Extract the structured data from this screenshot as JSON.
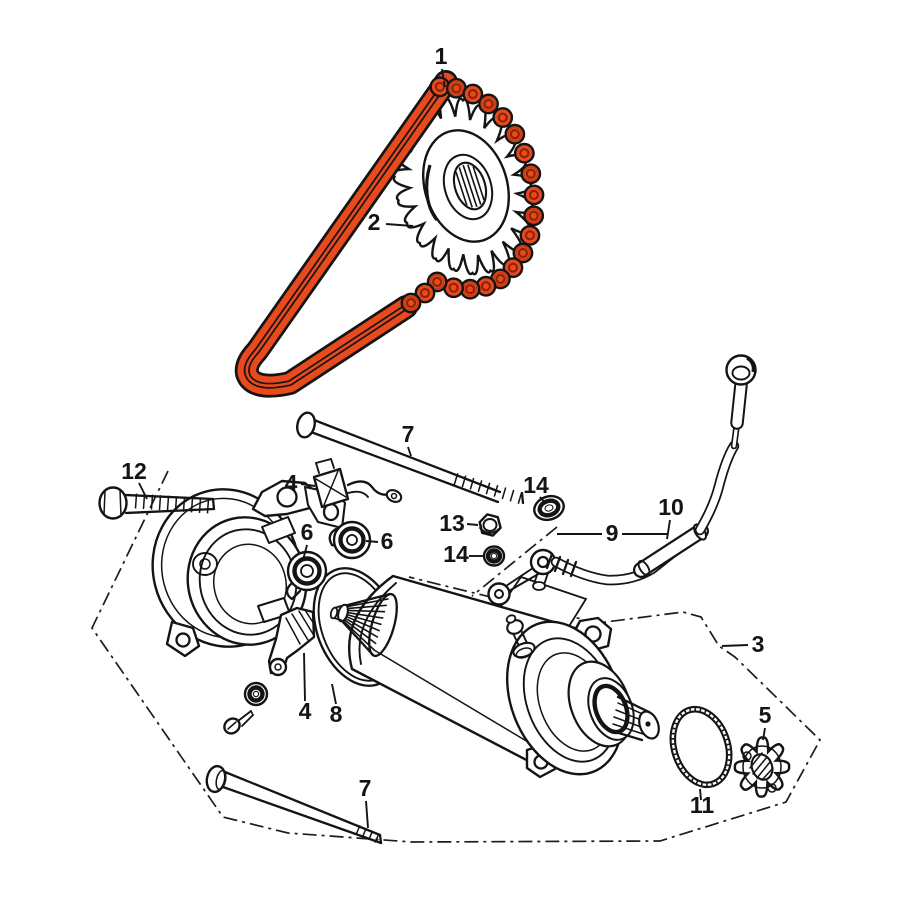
{
  "diagram": {
    "type": "exploded-parts-diagram",
    "background_color": "#ffffff",
    "line_color": "#141414",
    "highlight_color": "#e8491d",
    "highlight_dark": "#8a2408"
  },
  "callouts": {
    "1": "1",
    "2": "2",
    "3": "3",
    "4": "4",
    "5": "5",
    "6": "6",
    "7": "7",
    "8": "8",
    "9": "9",
    "10": "10",
    "11": "11",
    "12": "12",
    "13": "13",
    "14": "14"
  }
}
